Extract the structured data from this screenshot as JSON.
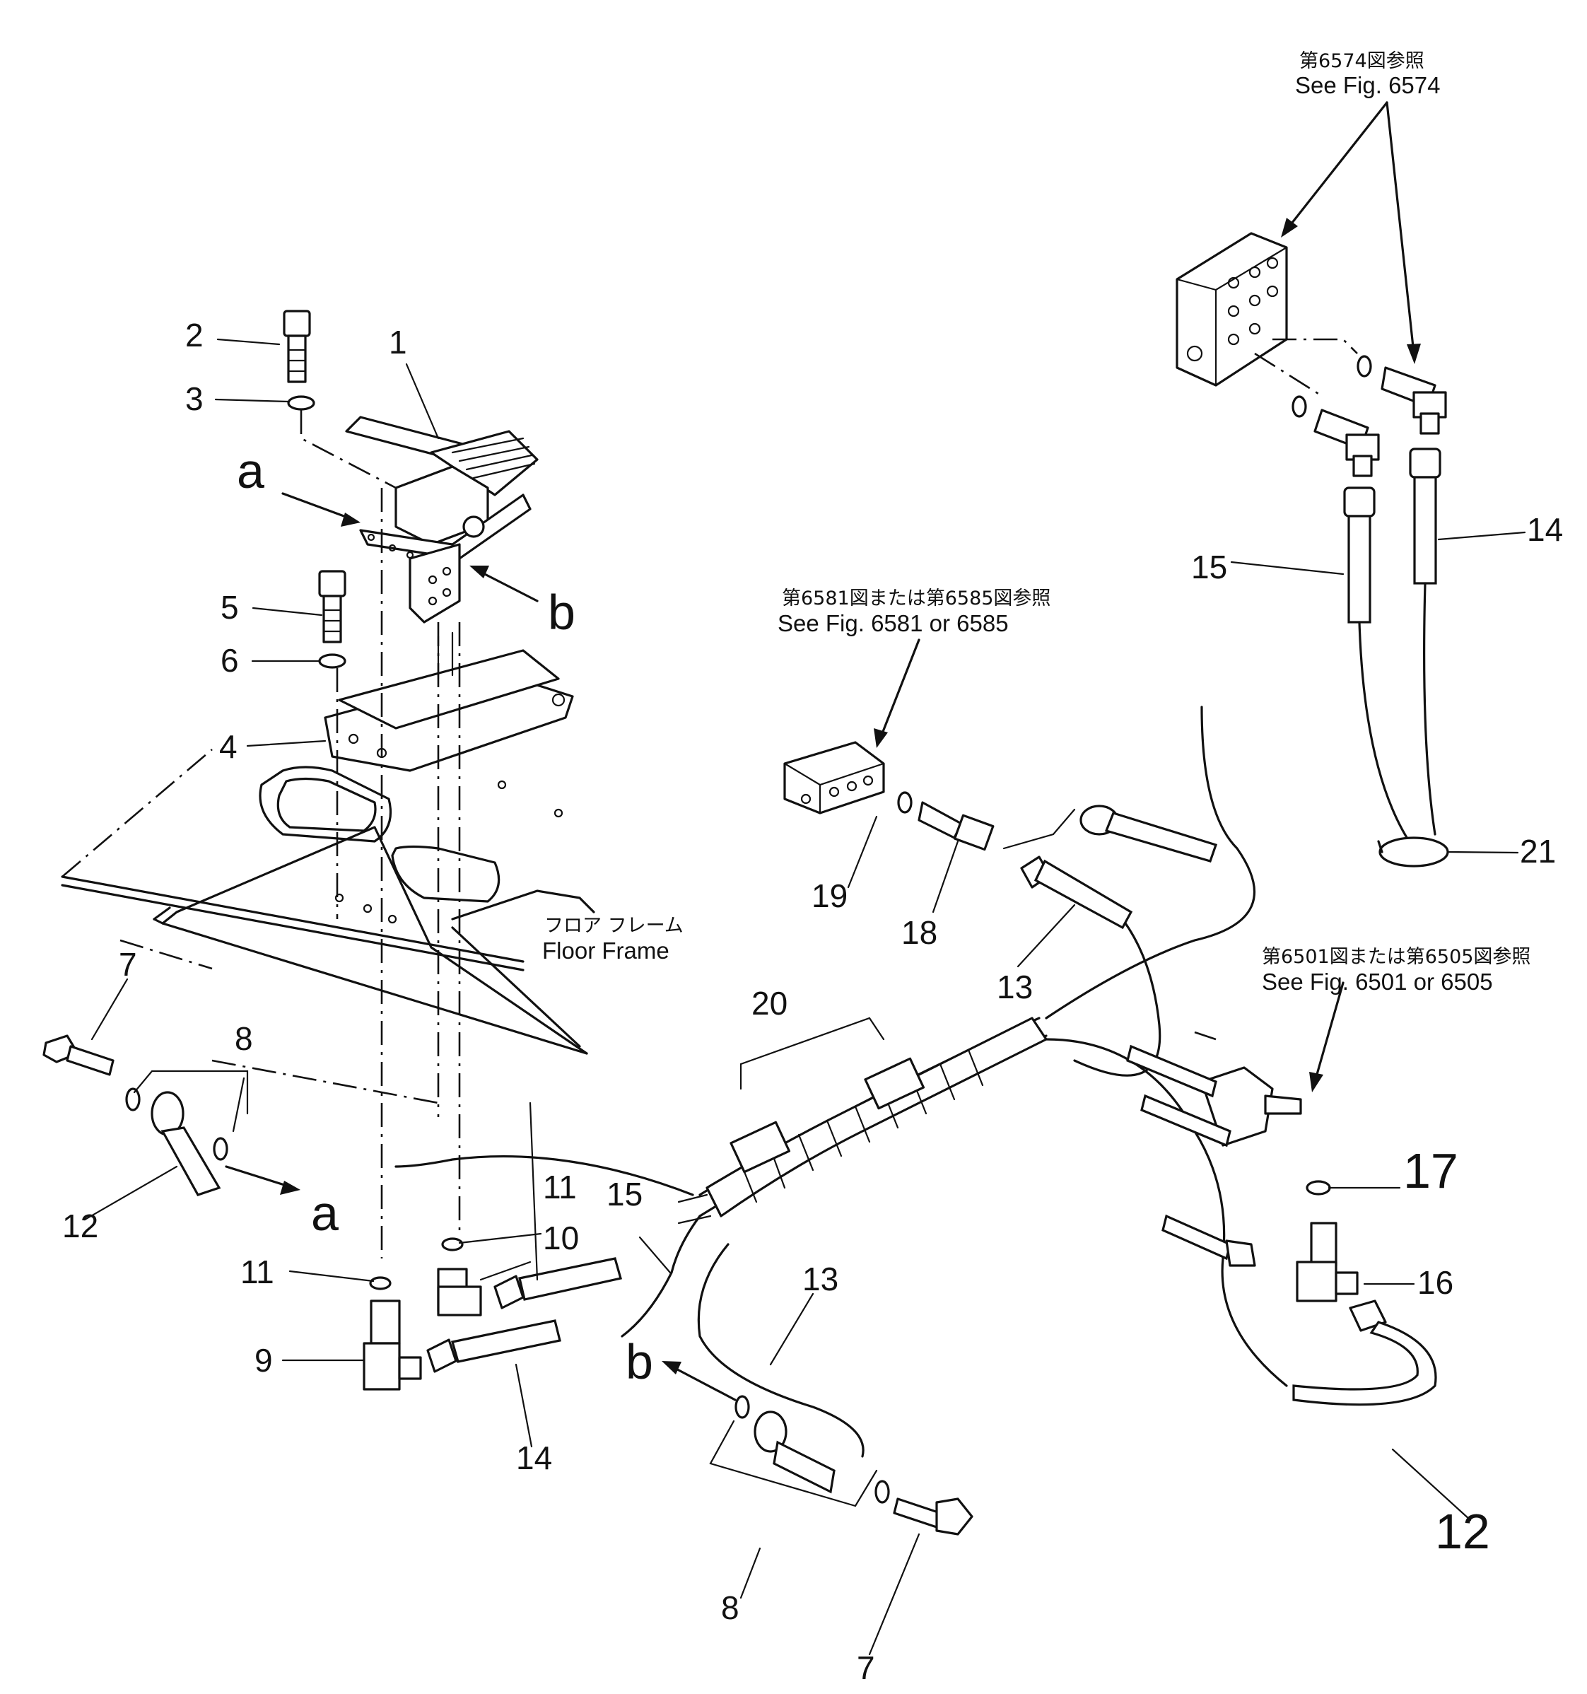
{
  "references": {
    "fig6574": {
      "jp": "第6574図参照",
      "en": "See Fig. 6574"
    },
    "fig6581": {
      "jp": "第6581図または第6585図参照",
      "en": "See Fig. 6581 or 6585"
    },
    "fig6501": {
      "jp": "第6501図または第6505図参照",
      "en": "See Fig. 6501 or 6505"
    }
  },
  "floor_frame": {
    "jp": "フロア フレーム",
    "en": "Floor Frame"
  },
  "view_markers": {
    "a": "a",
    "b": "b"
  },
  "part_numbers": [
    "1",
    "2",
    "3",
    "4",
    "5",
    "6",
    "7",
    "8",
    "9",
    "10",
    "11",
    "12",
    "13",
    "14",
    "15",
    "16",
    "17",
    "18",
    "19",
    "20",
    "21"
  ]
}
